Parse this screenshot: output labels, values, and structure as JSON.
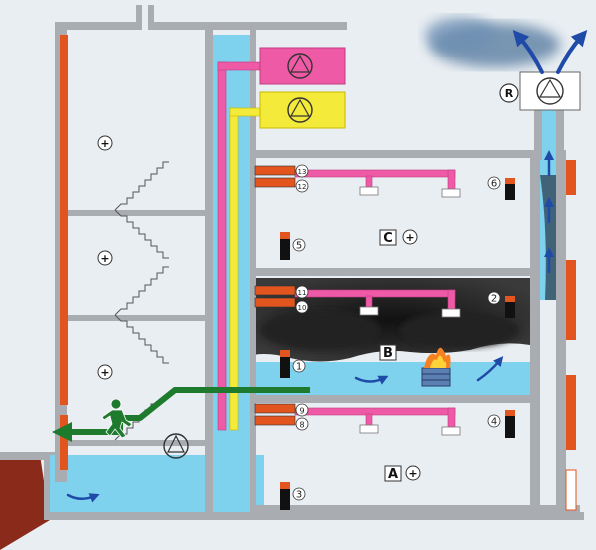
{
  "zones": {
    "a": "A",
    "b": "B",
    "c": "C",
    "r": "R"
  },
  "plus_sign": "+",
  "dampers": [
    "1",
    "2",
    "3",
    "4",
    "5",
    "6",
    "8",
    "9",
    "10",
    "11",
    "12",
    "13"
  ],
  "colors": {
    "wall": "#a9adb1",
    "floor_bg": "#e9eef2",
    "fresh_air": "#7fd2ee",
    "supply_duct": "#ee5aa6",
    "extract_duct": "#f4ea3a",
    "fire_wall": "#e2551f",
    "smoke": "#1a1a1a",
    "escape_route": "#1e7a2c",
    "outside_ground": "#8a2a1a",
    "flow_arrow": "#1f4aa8"
  },
  "icons": [
    "fan-icon",
    "flame-icon",
    "running-person-icon",
    "smoke-cloud-icon",
    "exhaust-arrows-icon",
    "plus-sign-icon"
  ]
}
